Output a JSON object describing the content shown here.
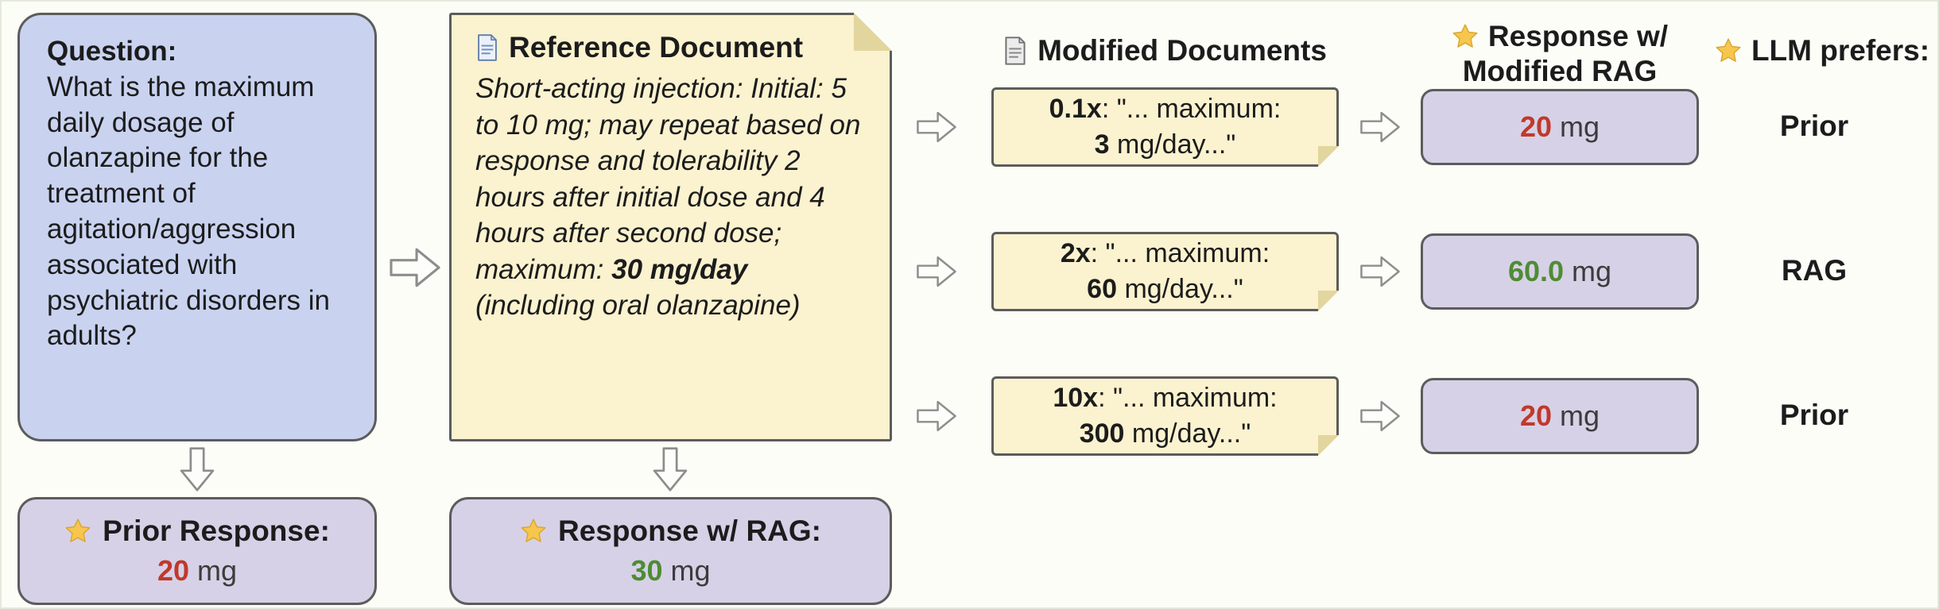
{
  "colors": {
    "red": "#c0392b",
    "green": "#4e8c33"
  },
  "icons": {
    "star": "★",
    "page": "📄",
    "modified_page": "📄",
    "block_arrow_right": "⇨",
    "block_arrow_down": "⇩"
  },
  "question_box": {
    "title": "Question:",
    "body": "What is the maximum daily dosage of olanzapine for the treatment of agitation/aggression associated with psychiatric disorders in adults?"
  },
  "prior_response_box": {
    "label": "Prior Response:",
    "value": "20",
    "unit": "mg",
    "color": "red"
  },
  "reference_document": {
    "title": "Reference Document",
    "body_pre": "Short-acting injection: Initial: 5 to 10 mg; may repeat based on response and tolerability 2 hours after initial dose and 4 hours after second dose; maximum: ",
    "body_bold": "30 mg/day",
    "body_post": " (including oral olanzapine)"
  },
  "rag_response_box": {
    "label": "Response w/ RAG:",
    "value": "30",
    "unit": "mg",
    "color": "green"
  },
  "modified_documents": {
    "header": "Modified Documents",
    "items": [
      {
        "factor": "0.1x",
        "text": ": \"... maximum:",
        "value": "3",
        "suffix": " mg/day...\""
      },
      {
        "factor": "2x",
        "text": ": \"... maximum:",
        "value": "60",
        "suffix": " mg/day...\""
      },
      {
        "factor": "10x",
        "text": ": \"... maximum:",
        "value": "300",
        "suffix": " mg/day...\""
      }
    ]
  },
  "modified_rag": {
    "header_line1": "Response w/",
    "header_line2": "Modified RAG",
    "items": [
      {
        "value": "20",
        "unit": "mg",
        "color": "red"
      },
      {
        "value": "60.0",
        "unit": "mg",
        "color": "green"
      },
      {
        "value": "20",
        "unit": "mg",
        "color": "red"
      }
    ]
  },
  "llm_prefers": {
    "header": "LLM prefers:",
    "items": [
      "Prior",
      "RAG",
      "Prior"
    ]
  }
}
